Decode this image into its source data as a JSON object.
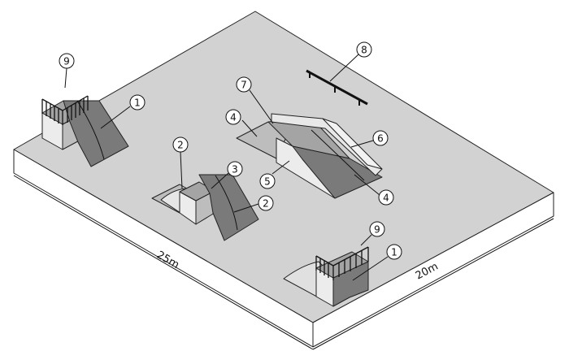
{
  "diagram": {
    "dimensions": {
      "length": "25m",
      "width": "20m"
    },
    "callouts": [
      "1",
      "1",
      "2",
      "2",
      "3",
      "4",
      "4",
      "5",
      "6",
      "7",
      "8",
      "9",
      "9"
    ],
    "colors": {
      "ground": "#d2d2d2",
      "slab_side": "#ffffff",
      "ramp_face": "#7a7a7a",
      "box_side": "#bdbdbd",
      "box_front": "#ececec",
      "deck_top": "#a4a4a4",
      "line": "#222222"
    }
  }
}
